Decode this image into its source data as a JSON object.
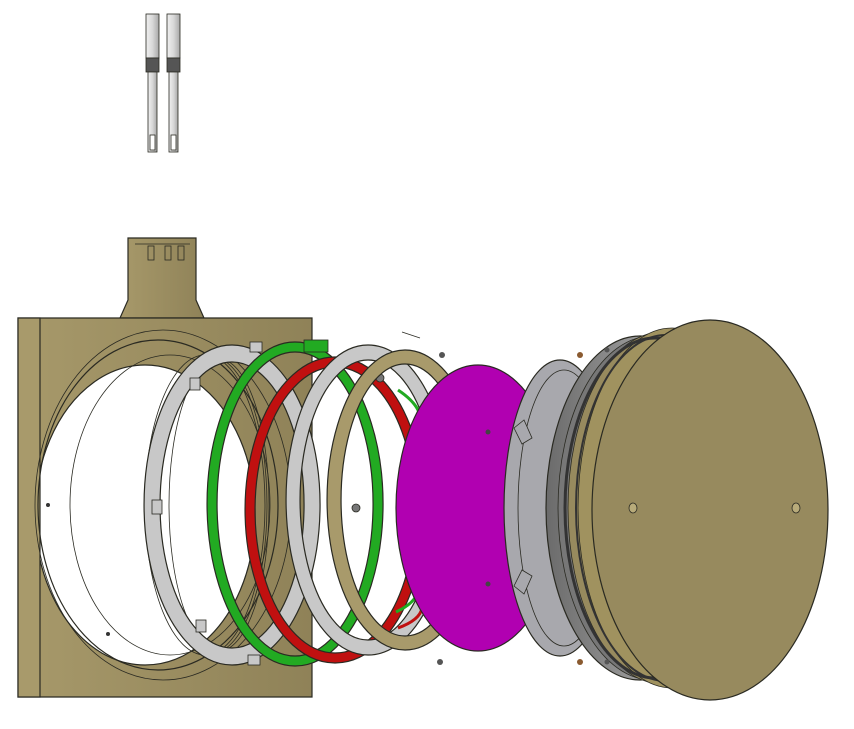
{
  "figure": {
    "description_visible_text": "",
    "parts": [
      {
        "id": "mounting-pins",
        "color": "#c9c9c9"
      },
      {
        "id": "housing-bracket",
        "color": "#9b8c60"
      },
      {
        "id": "retainer-ring-gray-1",
        "color": "#c8c8c8"
      },
      {
        "id": "seal-ring-green",
        "color": "#22aa22"
      },
      {
        "id": "seal-ring-red",
        "color": "#c01010"
      },
      {
        "id": "retainer-ring-gray-2",
        "color": "#c8c8c8"
      },
      {
        "id": "brass-ring",
        "color": "#9b8c60"
      },
      {
        "id": "magenta-disc",
        "color": "#b100b1"
      },
      {
        "id": "gray-flange-plate",
        "color": "#a8a8ad"
      },
      {
        "id": "end-cap-cylinder",
        "color": "#978a5e"
      }
    ]
  }
}
